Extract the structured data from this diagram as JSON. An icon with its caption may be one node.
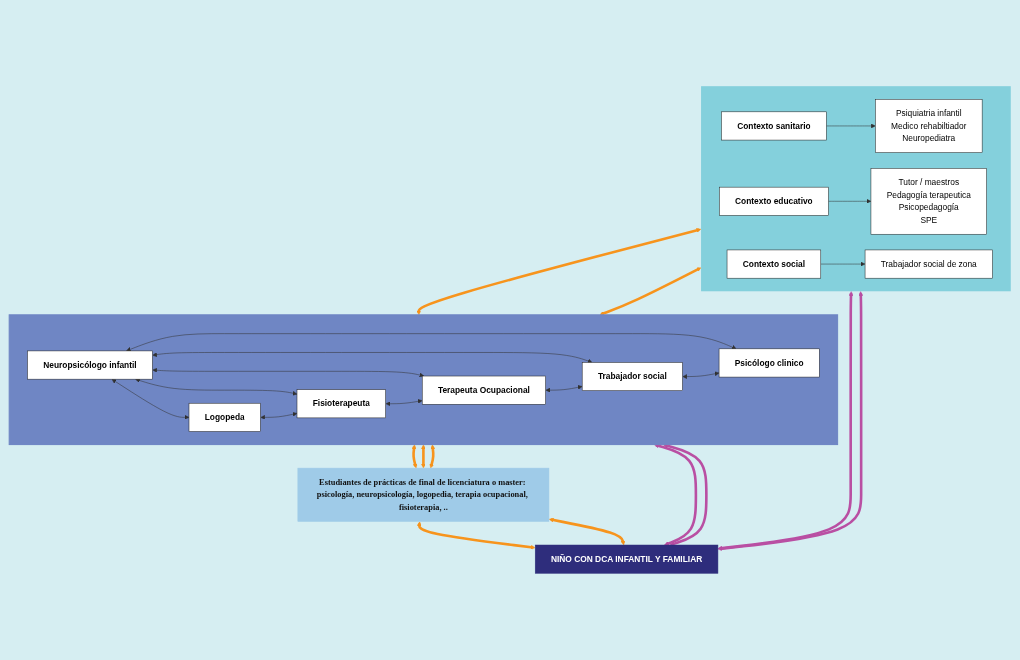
{
  "diagram": {
    "nodes": [
      {
        "text": [],
        "shape": "bar"
      },
      {
        "text": [
          "Contexto sanitario"
        ],
        "in": 0
      },
      {
        "text": [
          "Psiquiatria infantil",
          "Medico rehabiltiador",
          "Neuropediatra"
        ],
        "in": 0
      },
      {
        "text": [
          "Contexto educativo"
        ],
        "in": 0
      },
      {
        "text": [
          "Tutor / maestros",
          "Pedagogía terapeutica",
          "Psicopedagogía",
          "SPE"
        ],
        "in": 0
      },
      {
        "text": [
          "Contexto social"
        ],
        "in": 0
      },
      {
        "text": [
          "Trabajador social de zona"
        ],
        "in": 0
      },
      {
        "text": [],
        "shape": "box"
      },
      {
        "text": [
          "Neuropsicólogo  infantil"
        ],
        "in": 7
      },
      {
        "text": [
          "Logopeda"
        ],
        "in": 7
      },
      {
        "text": [
          "Fisioterapeuta"
        ],
        "in": 7
      },
      {
        "text": [
          "Terapeuta Ocupacional"
        ],
        "in": 7
      },
      {
        "text": [
          "Trabajador social"
        ],
        "in": 7
      },
      {
        "text": [
          "Psicólogo clinico"
        ],
        "in": 7
      },
      {
        "text": [
          "Estudiantes de prácticas de final de licenciatura o master: psicología, neuropsicología, logopedia, terapia ocupacional, fisioterapia, .."
        ]
      },
      {
        "text": [
          "NIÑO CON DCA INFANTIL Y FAMILIAR"
        ]
      }
    ],
    "edges": [
      {
        "from": 1,
        "to": 2,
        "arrow": "to"
      },
      {
        "from": 3,
        "to": 4,
        "arrow": "to"
      },
      {
        "from": 5,
        "to": 6,
        "arrow": "to"
      },
      {
        "from": 0,
        "to": 7,
        "arrow": "both",
        "style": "thick",
        "color": "#f7941d"
      },
      {
        "from": 0,
        "to": 7,
        "arrow": "both",
        "style": "thick",
        "color": "#f7941d"
      },
      {
        "from": 8,
        "to": 9,
        "arrow": "both"
      },
      {
        "from": 8,
        "to": 10,
        "arrow": "both"
      },
      {
        "from": 8,
        "to": 11,
        "arrow": "both"
      },
      {
        "from": 8,
        "to": 12,
        "arrow": "both"
      },
      {
        "from": 8,
        "to": 13,
        "arrow": "both"
      },
      {
        "from": 9,
        "to": 10,
        "arrow": "both"
      },
      {
        "from": 10,
        "to": 11,
        "arrow": "both"
      },
      {
        "from": 11,
        "to": 12,
        "arrow": "both"
      },
      {
        "from": 12,
        "to": 13,
        "arrow": "both"
      },
      {
        "from": 7,
        "to": 14,
        "arrow": "both",
        "style": "thick",
        "color": "#f7941d"
      },
      {
        "from": 7,
        "to": 14,
        "arrow": "both",
        "style": "thick",
        "color": "#f7941d"
      },
      {
        "from": 7,
        "to": 14,
        "arrow": "both",
        "style": "thick",
        "color": "#f7941d"
      },
      {
        "from": 14,
        "to": 15,
        "arrow": "both",
        "style": "thick",
        "color": "#f7941d"
      },
      {
        "from": 14,
        "to": 15,
        "arrow": "both",
        "style": "thick",
        "color": "#f7941d"
      },
      {
        "from": 0,
        "to": 15,
        "arrow": "both",
        "style": "thick",
        "color": "#b94fa3"
      },
      {
        "from": 0,
        "to": 15,
        "arrow": "both",
        "style": "thick",
        "color": "#b94fa3"
      },
      {
        "from": 7,
        "to": 15,
        "arrow": "both",
        "style": "thick",
        "color": "#b94fa3"
      },
      {
        "from": 7,
        "to": 15,
        "arrow": "both",
        "style": "thick",
        "color": "#b94fa3"
      }
    ]
  }
}
